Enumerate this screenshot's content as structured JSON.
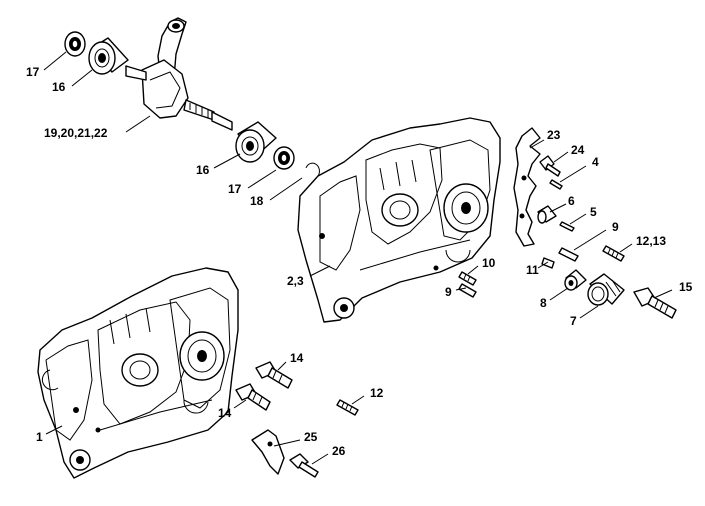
{
  "labels": {
    "l17a": "17",
    "l16a": "16",
    "l19": "19,20,21,22",
    "l16b": "16",
    "l17b": "17",
    "l18": "18",
    "l23": "23",
    "l24": "24",
    "l4": "4",
    "l6": "6",
    "l5": "5",
    "l9a": "9",
    "l1213": "12,13",
    "l11": "11",
    "l10": "10",
    "l9b": "9",
    "l23b": "2,3",
    "l15": "15",
    "l8": "8",
    "l7": "7",
    "l14a": "14",
    "l14b": "14",
    "l12": "12",
    "l1": "1",
    "l25": "25",
    "l26": "26"
  }
}
